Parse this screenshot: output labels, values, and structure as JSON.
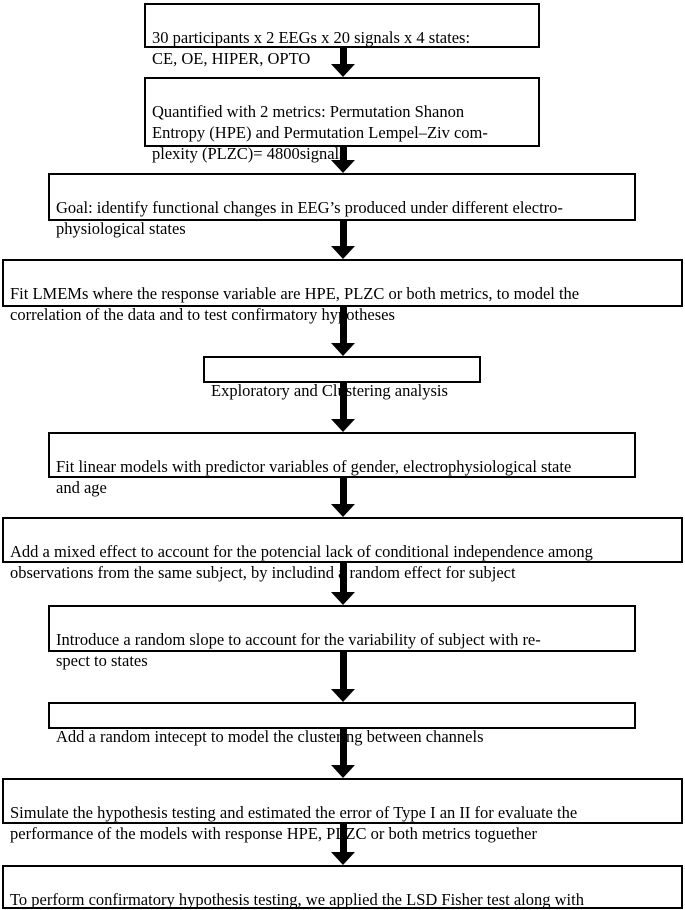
{
  "figure": {
    "type": "flowchart",
    "background_color": "#ffffff",
    "box_border_color": "#000000",
    "arrow_color": "#000000",
    "text_color": "#000000"
  },
  "flowchart": {
    "nodes": [
      {
        "id": "participants",
        "text": "30 participants x 2 EEGs x 20 signals x 4 states:\nCE, OE, HIPER, OPTO"
      },
      {
        "id": "metrics",
        "text": "Quantified with 2 metrics: Permutation Shanon\nEntropy (HPE) and Permutation Lempel–Ziv com-\nplexity (PLZC)= 4800signals"
      },
      {
        "id": "goal",
        "text": "Goal: identify functional changes in EEG’s produced under different electro-\nphysiological states"
      },
      {
        "id": "fit-lmems",
        "text": "Fit LMEMs where the response variable are HPE, PLZC or both metrics, to model the\ncorrelation of the data and to test confirmatory hypotheses"
      },
      {
        "id": "exploratory",
        "text": "Exploratory and Clustering analysis"
      },
      {
        "id": "fit-linear",
        "text": "Fit linear models with predictor variables of gender, electrophysiological state\nand age"
      },
      {
        "id": "mixed-effect",
        "text": "Add a mixed effect to account for the potencial lack of conditional independence among\nobservations from the same subject, by includind a random effect for subject"
      },
      {
        "id": "random-slope",
        "text": "Introduce a random slope to account for the variability of subject with re-\nspect to states"
      },
      {
        "id": "random-intercept",
        "text": "Add a random intecept to model the clustering between channels"
      },
      {
        "id": "simulate",
        "text": "Simulate the hypothesis testing and estimated the error of Type I an II for evaluate the\nperformance of the models with response HPE, PLZC or both metrics toguether"
      },
      {
        "id": "confirmatory",
        "text": "To perform confirmatory hypothesis testing, we applied the LSD Fisher test along with\nthe Bonferroni correction to the LMEMs.  Discuss Results"
      }
    ]
  }
}
